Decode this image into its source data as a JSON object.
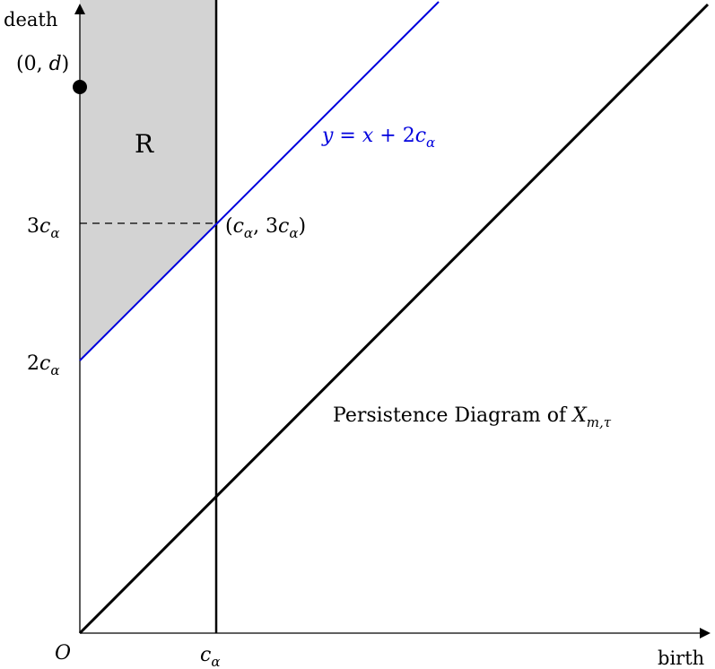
{
  "axes": {
    "x_label": "birth",
    "y_label": "death",
    "origin_label": "O"
  },
  "ticks": {
    "x_c_alpha": {
      "main": "c",
      "sub": "α"
    },
    "y_2c_alpha": {
      "coef": "2",
      "main": "c",
      "sub": "α"
    },
    "y_3c_alpha": {
      "coef": "3",
      "main": "c",
      "sub": "α"
    }
  },
  "point_label": {
    "text": "(0, ",
    "var": "d",
    "close": ")"
  },
  "intersection_label": {
    "open": "(",
    "main1": "c",
    "sub1": "α",
    "mid": ", 3",
    "main2": "c",
    "sub2": "α",
    "close": ")"
  },
  "line_label": {
    "y": "y",
    "eq": " = ",
    "x": "x",
    "plus": " + 2",
    "c": "c",
    "sub": "α"
  },
  "region_label": "R",
  "diagram_caption": {
    "text": "Persistence Diagram of ",
    "main": "X",
    "sub": "m,τ"
  },
  "colors": {
    "line_blue": "#0000dd",
    "region_fill": "#d3d3d3",
    "axis": "#000000"
  }
}
